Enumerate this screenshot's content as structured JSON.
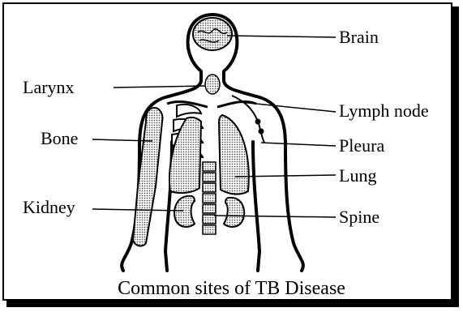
{
  "caption": "Common sites of TB Disease",
  "labels": {
    "brain": "Brain",
    "larynx": "Larynx",
    "lymph_node": "Lymph node",
    "bone": "Bone",
    "pleura": "Pleura",
    "lung": "Lung",
    "kidney": "Kidney",
    "spine": "Spine"
  },
  "colors": {
    "ink": "#000000",
    "background": "#ffffff",
    "stipple": "#7a7a7a"
  }
}
